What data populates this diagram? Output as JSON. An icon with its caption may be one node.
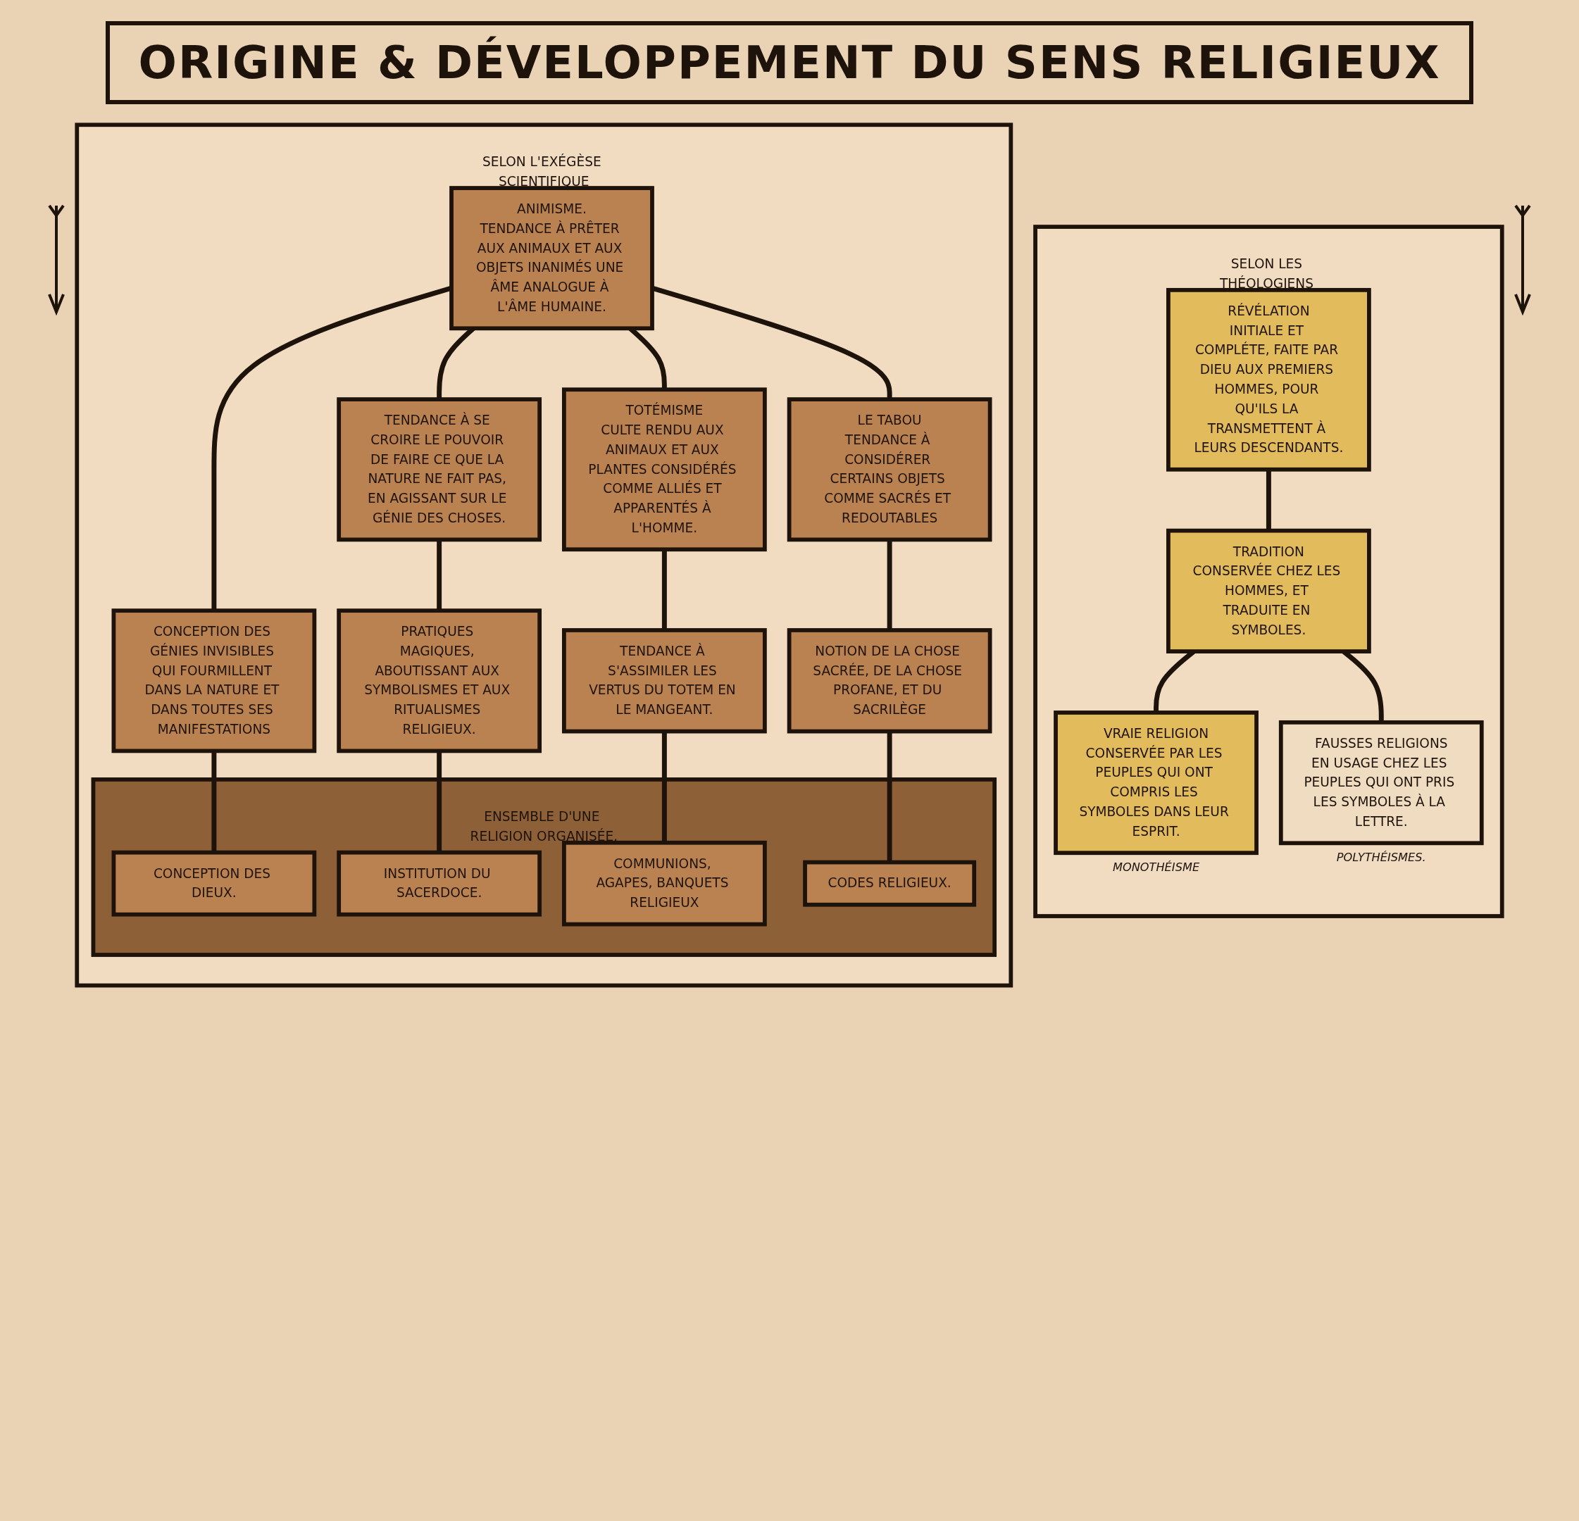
{
  "diagram": {
    "title": "ORIGINE & DÉVELOPPEMENT DU SENS RELIGIEUX",
    "nodes": [
      {
        "text": [
          "SELON L'EXÉGÈSE SCIENTIFIQUE"
        ]
      },
      {
        "text": [
          "ANIMISME.",
          "TENDANCE À PRÊTER AUX ANIMAUX ET AUX OBJETS INANIMÉS UNE ÂME ANALOGUE À L'ÂME HUMAINE."
        ],
        "in": 0
      },
      {
        "text": [
          "CONCEPTION DES GÉNIES INVISIBLES QUI FOURMILLENT DANS LA NATURE ET DANS TOUTES SES MANIFESTATIONS"
        ],
        "in": 0
      },
      {
        "text": [
          "TENDANCE À SE CROIRE LE POUVOIR DE FAIRE CE QUE LA NATURE NE FAIT PAS, EN AGISSANT SUR LE GÉNIE DES CHOSES."
        ],
        "in": 0
      },
      {
        "text": [
          "TOTÉMISME",
          "CULTE RENDU AUX ANIMAUX ET AUX PLANTES CONSIDÉRÉS COMME ALLIÉS ET APPARENTÉS À L'HOMME."
        ],
        "in": 0
      },
      {
        "text": [
          "LE TABOU",
          "TENDANCE À CONSIDÉRER CERTAINS OBJETS COMME SACRÉS ET REDOUTABLES"
        ],
        "in": 0
      },
      {
        "text": [
          "PRATIQUES MAGIQUES, ABOUTISSANT AUX SYMBOLISMES ET AUX RITUALISMES RELIGIEUX."
        ],
        "in": 0
      },
      {
        "text": [
          "TENDANCE À S'ASSIMILER LES VERTUS DU TOTEM EN LE MANGEANT."
        ],
        "in": 0
      },
      {
        "text": [
          "NOTION DE LA CHOSE SACRÉE, DE LA CHOSE PROFANE, ET DU SACRILÈGE"
        ],
        "in": 0
      },
      {
        "text": [
          "ENSEMBLE D'UNE RELIGION ORGANISÉE."
        ],
        "in": 0
      },
      {
        "text": [
          "CONCEPTION DES DIEUX."
        ],
        "in": 9
      },
      {
        "text": [
          "INSTITUTION DU SACERDOCE."
        ],
        "in": 9
      },
      {
        "text": [
          "COMMUNIONS, AGAPES, BANQUETS RELIGIEUX"
        ],
        "in": 9
      },
      {
        "text": [
          "CODES RELIGIEUX."
        ],
        "in": 9
      },
      {
        "text": [
          "SELON LES THÉOLOGIENS OCCIDENTAUX"
        ]
      },
      {
        "text": [
          "RÉVÉLATION",
          "INITIALE ET COMPLÉTE, FAITE PAR DIEU AUX PREMIERS HOMMES, POUR QU'ILS LA TRANSMETTENT À LEURS DESCENDANTS."
        ],
        "in": 14
      },
      {
        "text": [
          "TRADITION",
          "CONSERVÉE CHEZ LES HOMMES, ET TRADUITE EN SYMBOLES."
        ],
        "in": 14
      },
      {
        "text": [
          "VRAIE RELIGION",
          "CONSERVÉE PAR LES PEUPLES QUI ONT COMPRIS LES SYMBOLES DANS LEUR ESPRIT."
        ],
        "in": 14,
        "beside": [
          "MONOTHÉISME"
        ]
      },
      {
        "text": [
          "FAUSSES RELIGIONS",
          "EN USAGE CHEZ LES PEUPLES QUI ONT PRIS LES SYMBOLES À LA LETTRE."
        ],
        "in": 14,
        "beside": [
          "POLYTHÉISMES."
        ]
      }
    ],
    "edges": [
      {
        "from": 1,
        "to": 2,
        "arrow": "none"
      },
      {
        "from": 1,
        "to": 3,
        "arrow": "none"
      },
      {
        "from": 1,
        "to": 4,
        "arrow": "none"
      },
      {
        "from": 1,
        "to": 5,
        "arrow": "none"
      },
      {
        "from": 2,
        "to": 10,
        "arrow": "none"
      },
      {
        "from": 3,
        "to": 6,
        "arrow": "none"
      },
      {
        "from": 6,
        "to": 11,
        "arrow": "none"
      },
      {
        "from": 4,
        "to": 7,
        "arrow": "none"
      },
      {
        "from": 7,
        "to": 12,
        "arrow": "none"
      },
      {
        "from": 5,
        "to": 8,
        "arrow": "none"
      },
      {
        "from": 8,
        "to": 13,
        "arrow": "none"
      },
      {
        "from": 15,
        "to": 16,
        "arrow": "none"
      },
      {
        "from": 16,
        "to": 17,
        "arrow": "none"
      },
      {
        "from": 16,
        "to": 18,
        "arrow": "none"
      }
    ]
  }
}
